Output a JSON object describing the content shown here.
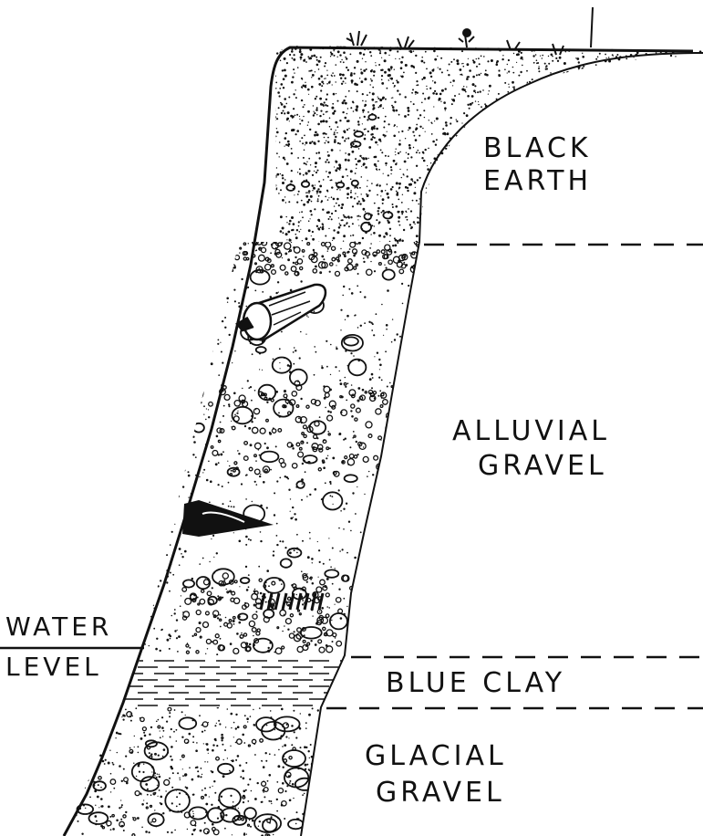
{
  "labels": {
    "black_earth": [
      "BLACK",
      "EARTH"
    ],
    "alluvial_gravel": [
      "ALLUVIAL",
      "GRAVEL"
    ],
    "blue_clay": "BLUE CLAY",
    "glacial_gravel": [
      "GLACIAL",
      "GRAVEL"
    ],
    "water_level": [
      "WATER",
      "LEVEL"
    ]
  },
  "colors": {
    "ink": "#111111",
    "paper": "#ffffff"
  }
}
